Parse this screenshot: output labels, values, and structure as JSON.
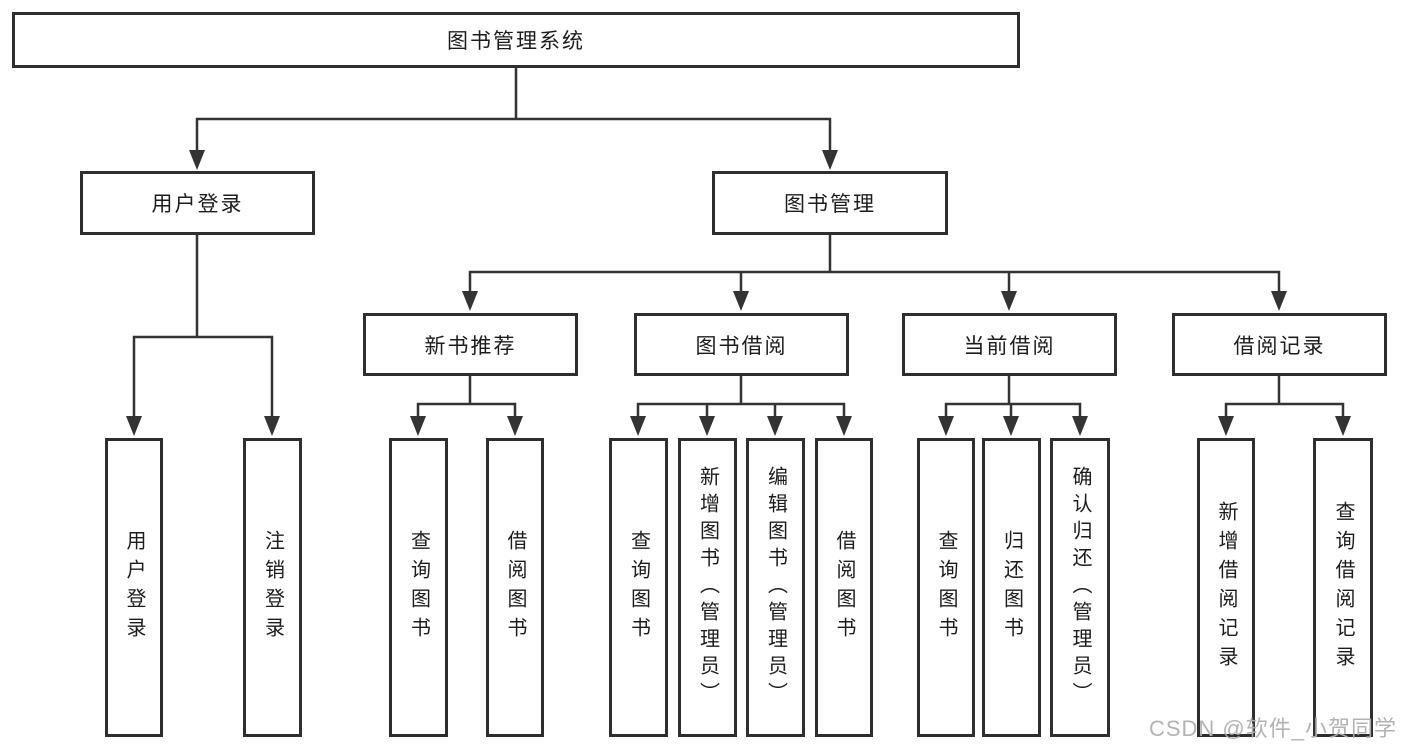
{
  "diagram_title": "图书管理系统",
  "tree": {
    "label": "图书管理系统",
    "children": [
      {
        "label": "用户登录",
        "children": [
          {
            "label": "用户登录"
          },
          {
            "label": "注销登录"
          }
        ]
      },
      {
        "label": "图书管理",
        "children": [
          {
            "label": "新书推荐",
            "children": [
              {
                "label": "查询图书"
              },
              {
                "label": "借阅图书"
              }
            ]
          },
          {
            "label": "图书借阅",
            "children": [
              {
                "label": "查询图书"
              },
              {
                "label": "新增图书（管理员）"
              },
              {
                "label": "编辑图书（管理员）"
              },
              {
                "label": "借阅图书"
              }
            ]
          },
          {
            "label": "当前借阅",
            "children": [
              {
                "label": "查询图书"
              },
              {
                "label": "归还图书"
              },
              {
                "label": "确认归还（管理员）"
              }
            ]
          },
          {
            "label": "借阅记录",
            "children": [
              {
                "label": "新增借阅记录"
              },
              {
                "label": "查询借阅记录"
              }
            ]
          }
        ]
      }
    ]
  },
  "watermark": "CSDN @软件_小贺同学",
  "colors": {
    "background": "#ffffff",
    "box_border": "#2e2e2e",
    "connector_line": "#333333",
    "text": "#1c1c1c",
    "watermark": "#afafaf"
  }
}
